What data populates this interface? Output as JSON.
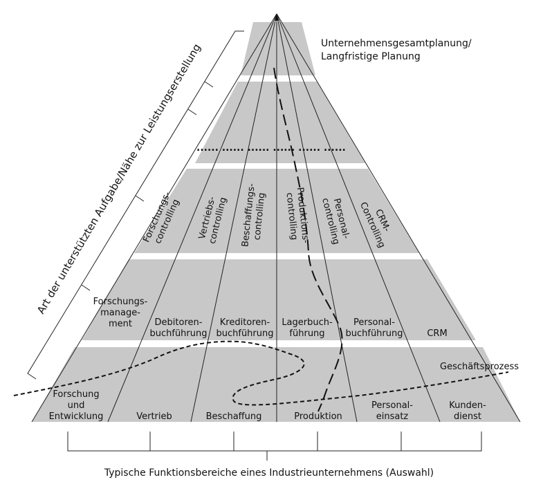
{
  "top_label": {
    "line1": "Unternehmensgesamtplanung/",
    "line2": "Langfristige Planung"
  },
  "dots": "......   ......   ......   ......   ......   ......",
  "side_label": "Art der unterstützten Aufgabe/Nähe zur Leistungserstellung",
  "bottom_label": "Typische Funktionsbereiche eines Industrieunternehmens (Auswahl)",
  "curve_label": "Geschäftsprozess",
  "controlling": [
    {
      "l1": "Forschungs-",
      "l2": "controlling"
    },
    {
      "l1": "Vertriebs-",
      "l2": "controlling"
    },
    {
      "l1": "Beschaffungs-",
      "l2": "controlling"
    },
    {
      "l1": "Produktions-",
      "l2": "controlling"
    },
    {
      "l1": "Personal-",
      "l2": "controlling"
    },
    {
      "l1": "CRM-",
      "l2": "Controlling"
    }
  ],
  "buchfuehrung": [
    {
      "l1": "Forschungs-",
      "l2": "manage-",
      "l3": "ment"
    },
    {
      "l1": "Debitoren-",
      "l2": "buchführung"
    },
    {
      "l1": "Kreditoren-",
      "l2": "buchführung"
    },
    {
      "l1": "Lagerbuch-",
      "l2": "führung"
    },
    {
      "l1": "Personal-",
      "l2": "buchführung"
    },
    {
      "l1": "CRM"
    }
  ],
  "bereiche": [
    {
      "l1": "Forschung",
      "l2": "und",
      "l3": "Entwicklung"
    },
    {
      "l1": "Vertrieb"
    },
    {
      "l1": "Beschaffung"
    },
    {
      "l1": "Produktion"
    },
    {
      "l1": "Personal-",
      "l2": "einsatz"
    },
    {
      "l1": "Kunden-",
      "l2": "dienst"
    }
  ]
}
